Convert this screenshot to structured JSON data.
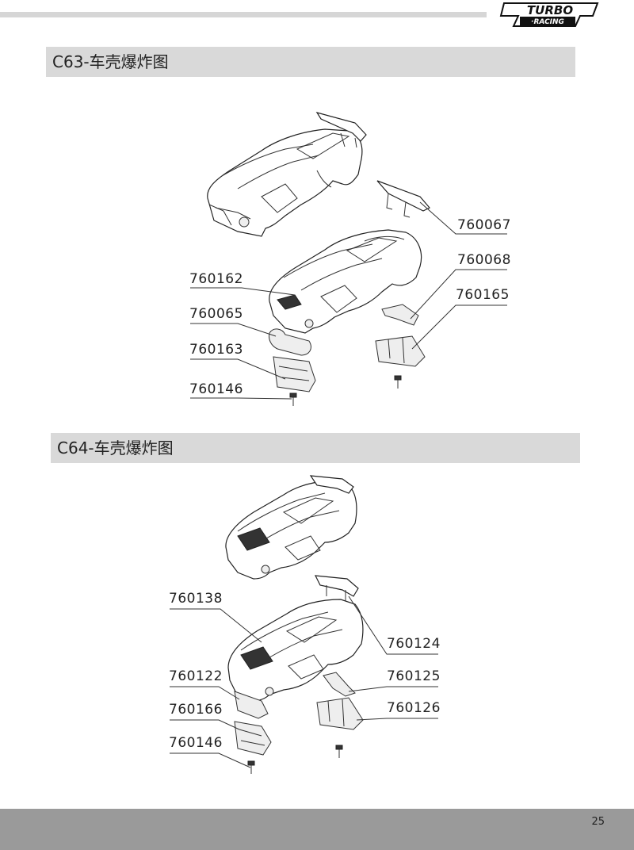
{
  "header": {
    "logo_word1": "TURBO",
    "logo_word2": "·RACING"
  },
  "sections": [
    {
      "title": "C63-车壳爆炸图",
      "labels": {
        "p1": "760067",
        "p2": "760068",
        "p3": "760162",
        "p4": "760165",
        "p5": "760065",
        "p6": "760163",
        "p7": "760146"
      }
    },
    {
      "title": "C64-车壳爆炸图",
      "labels": {
        "p1": "760138",
        "p2": "760124",
        "p3": "760122",
        "p4": "760125",
        "p5": "760166",
        "p6": "760126",
        "p7": "760146"
      }
    }
  ],
  "footer": {
    "page_number": "25"
  }
}
